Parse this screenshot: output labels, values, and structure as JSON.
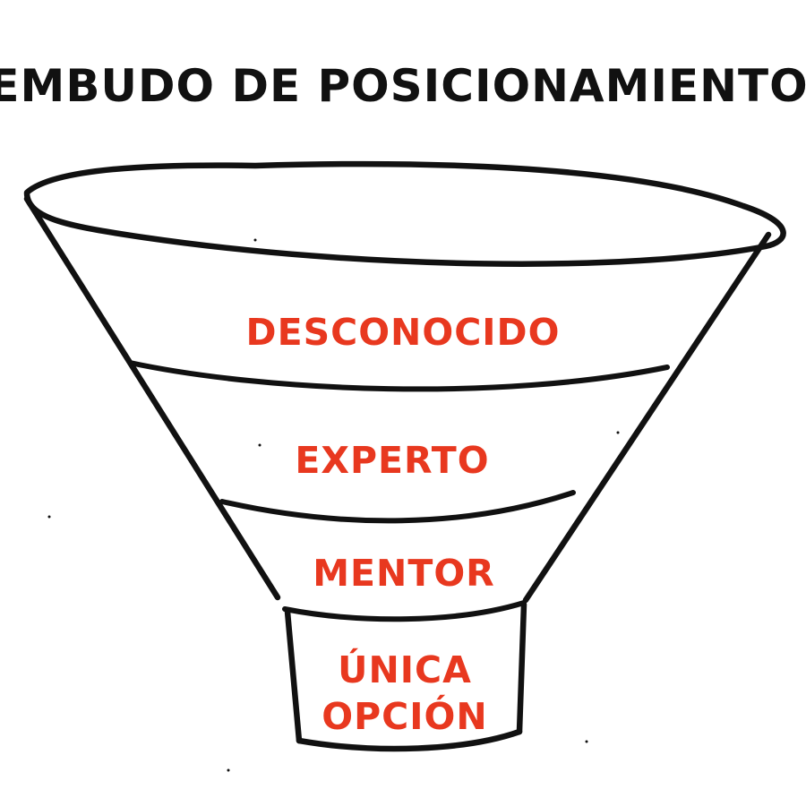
{
  "title": "EMBUDO DE POSICIONAMIENTO",
  "stages": [
    {
      "lines": [
        "DESCONOCIDO"
      ]
    },
    {
      "lines": [
        "EXPERTO"
      ]
    },
    {
      "lines": [
        "MENTOR"
      ]
    },
    {
      "lines": [
        "ÚNICA",
        "OPCIÓN"
      ]
    }
  ],
  "colors": {
    "ink": "#111111",
    "label": "#e8381f",
    "background": "#ffffff"
  }
}
